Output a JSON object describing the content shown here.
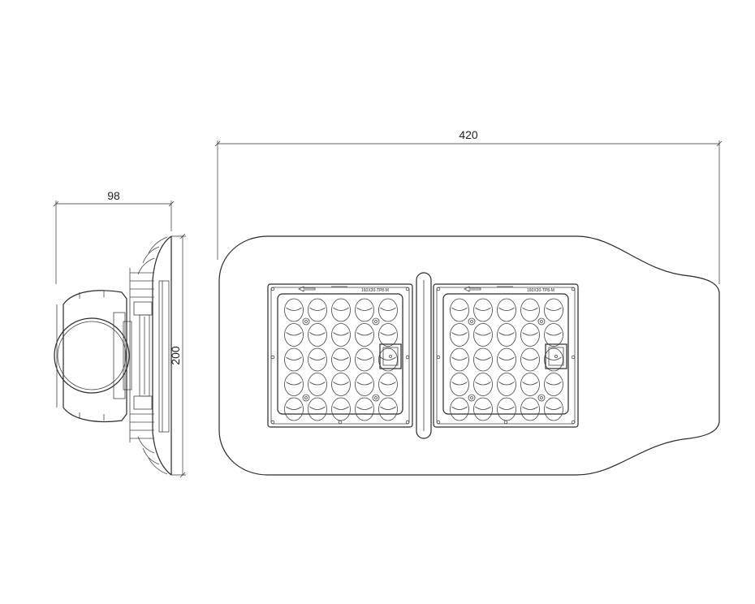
{
  "dimensions": {
    "overall_length": "420",
    "side_depth": "98",
    "side_height": "200"
  },
  "modules": [
    {
      "label": "160X30-TP8-M",
      "rows": 5,
      "cols": 5
    },
    {
      "label": "160X30-TP8-M",
      "rows": 5,
      "cols": 5
    }
  ],
  "colors": {
    "line": "#2a2a2a",
    "background": "#ffffff"
  }
}
